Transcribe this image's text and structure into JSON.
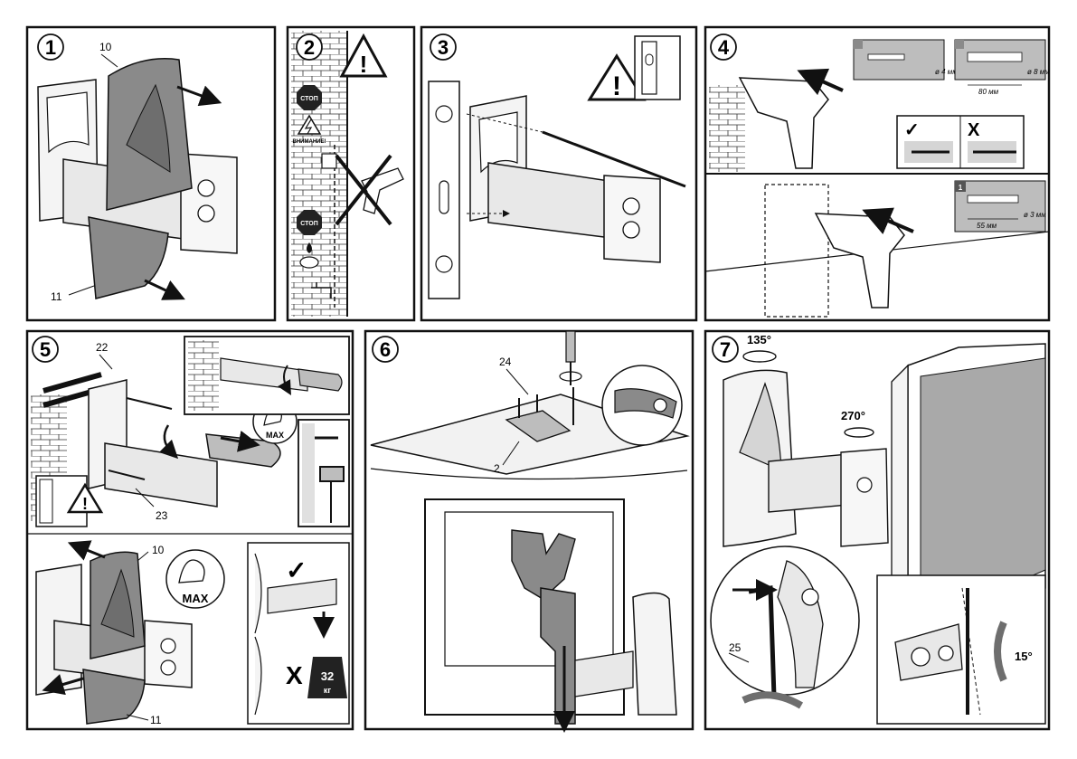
{
  "panels": [
    {
      "number": "1",
      "callouts": [
        "10",
        "11"
      ]
    },
    {
      "number": "2",
      "signs": {
        "stop_top": "СТОП",
        "warning": "ВНИМАНИЕ!",
        "stop_bottom": "СТОП"
      }
    },
    {
      "number": "3"
    },
    {
      "number": "4",
      "drill_specs": {
        "bit_small_diameter": "ø 4 мм",
        "bit_large_depth": "80 мм",
        "bit_large_diameter": "ø 8 мм",
        "wood_step": "1",
        "wood_depth": "55 мм",
        "wood_diameter": "ø 3 мм"
      }
    },
    {
      "number": "5",
      "callouts": [
        "22",
        "23",
        "10",
        "11"
      ],
      "strength": "MAX",
      "max_load_value": "32",
      "max_load_unit": "кг"
    },
    {
      "number": "6",
      "callouts": [
        "24",
        "2"
      ]
    },
    {
      "number": "7",
      "angles": {
        "swivel_top": "135°",
        "swivel_mid": "270°",
        "tilt": "15°"
      },
      "callouts": [
        "25"
      ]
    }
  ],
  "symbols": {
    "check": "✓",
    "cross": "X",
    "warning": "!"
  },
  "colors": {
    "line": "#111111",
    "mount_gray": "#8a8a8a",
    "mount_dark": "#6e6e6e",
    "tv_screen": "#a9a9a9",
    "light_fill": "#ededed"
  }
}
